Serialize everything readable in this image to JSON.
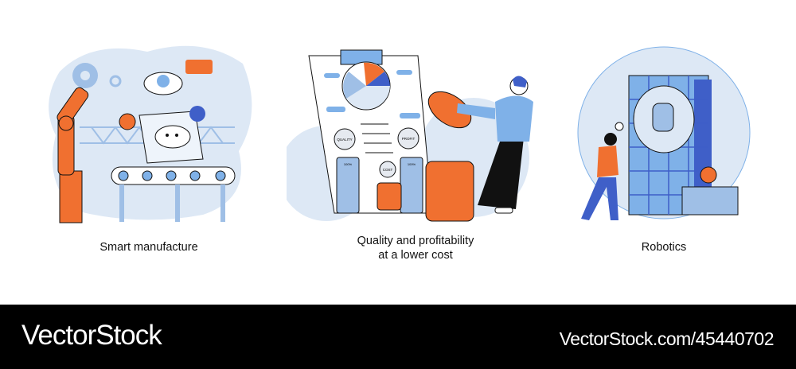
{
  "panels": [
    {
      "caption": "Smart manufacture"
    },
    {
      "caption_line1": "Quality and profitability",
      "caption_line2": "at a lower cost",
      "labels": {
        "quality": "QUALITY",
        "profit": "PROFIT",
        "cost": "COST",
        "full": "100%"
      }
    },
    {
      "caption": "Robotics"
    }
  ],
  "colors": {
    "orange": "#f07030",
    "blue": "#7fb1e8",
    "light_blue": "#dde8f5",
    "dark_blue": "#3f5fc8",
    "ink": "#111111"
  },
  "watermark": {
    "brand": "VectorStock",
    "reference": "VectorStock.com/45440702"
  }
}
